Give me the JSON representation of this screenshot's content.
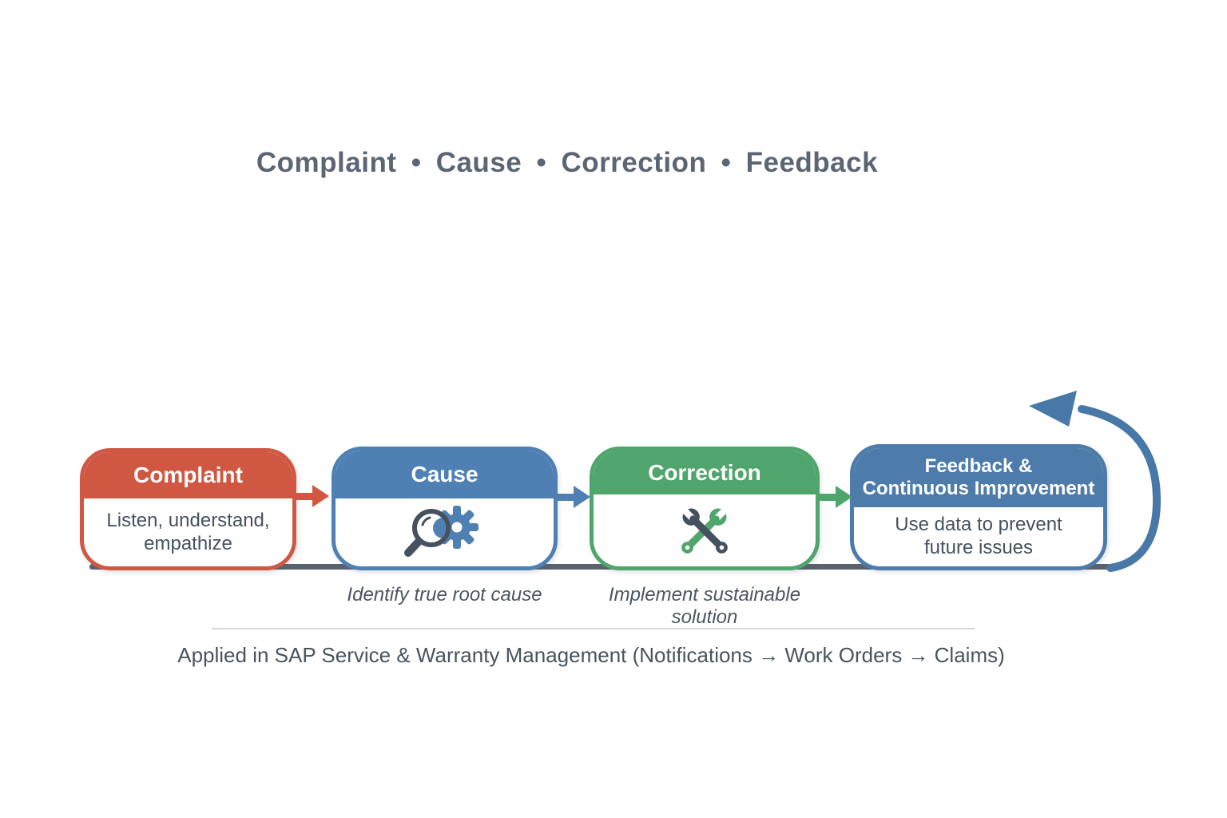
{
  "title": "Complaint • Cause • Correction • Feedback",
  "steps": [
    {
      "label": "Complaint",
      "body": "Listen, understand,\nempathize",
      "color": "#d05843"
    },
    {
      "label": "Cause",
      "icon": "magnifier-gear-icon",
      "caption": "Identify true root cause",
      "color": "#4f80b3"
    },
    {
      "label": "Correction",
      "icon": "crossed-wrenches-icon",
      "caption": "Implement sustainable solution",
      "color": "#4fa56c"
    },
    {
      "label": "Feedback &\nContinuous Improvement",
      "body": "Use data to prevent\nfuture issues",
      "color": "#4d7cab"
    }
  ],
  "footer": {
    "note": "Applied in SAP Service & Warranty Management (Notifications → Work Orders → Claims)"
  },
  "flow": {
    "loop_arrow": "feedback-loop-arrow",
    "baseline_color": "#59626e",
    "loop_color": "#4878a8"
  },
  "colors": {
    "title_text": "#5b6574",
    "body_text": "#46515f",
    "caption_text": "#4b5663",
    "divider": "#d5d7de",
    "complaint_red": "#d05843",
    "cause_blue": "#4f80b3",
    "correction_green": "#4fa56c",
    "feedback_blue": "#4d7cab"
  }
}
